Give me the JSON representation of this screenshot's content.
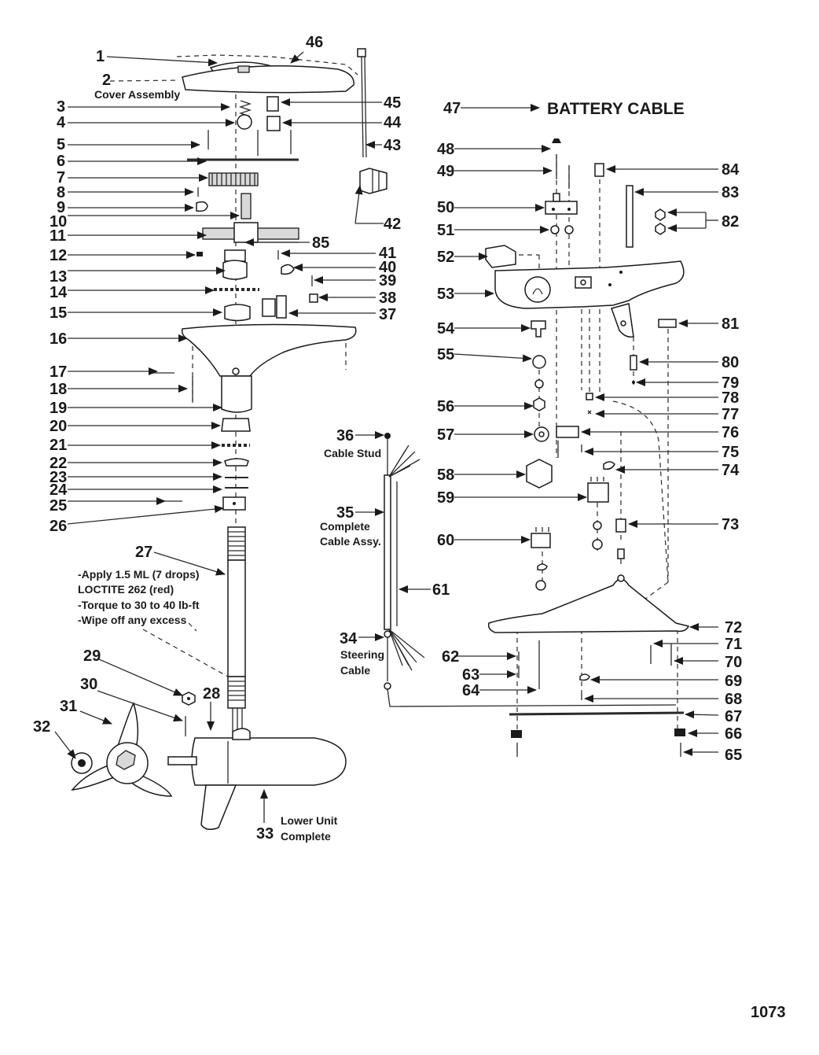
{
  "callouts": {
    "n1": "1",
    "n2": "2",
    "n3": "3",
    "n4": "4",
    "n5": "5",
    "n6": "6",
    "n7": "7",
    "n8": "8",
    "n9": "9",
    "n10": "10",
    "n11": "11",
    "n12": "12",
    "n13": "13",
    "n14": "14",
    "n15": "15",
    "n16": "16",
    "n17": "17",
    "n18": "18",
    "n19": "19",
    "n20": "20",
    "n21": "21",
    "n22": "22",
    "n23": "23",
    "n24": "24",
    "n25": "25",
    "n26": "26",
    "n27": "27",
    "n28": "28",
    "n29": "29",
    "n30": "30",
    "n31": "31",
    "n32": "32",
    "n33": "33",
    "n34": "34",
    "n35": "35",
    "n36": "36",
    "n37": "37",
    "n38": "38",
    "n39": "39",
    "n40": "40",
    "n41": "41",
    "n42": "42",
    "n43": "43",
    "n44": "44",
    "n45": "45",
    "n46": "46",
    "n47": "47",
    "n48": "48",
    "n49": "49",
    "n50": "50",
    "n51": "51",
    "n52": "52",
    "n53": "53",
    "n54": "54",
    "n55": "55",
    "n56": "56",
    "n57": "57",
    "n58": "58",
    "n59": "59",
    "n60": "60",
    "n61": "61",
    "n62": "62",
    "n63": "63",
    "n64": "64",
    "n65": "65",
    "n66": "66",
    "n67": "67",
    "n68": "68",
    "n69": "69",
    "n70": "70",
    "n71": "71",
    "n72": "72",
    "n73": "73",
    "n74": "74",
    "n75": "75",
    "n76": "76",
    "n77": "77",
    "n78": "78",
    "n79": "79",
    "n80": "80",
    "n81": "81",
    "n82": "82",
    "n83": "83",
    "n84": "84",
    "n85": "85"
  },
  "captions": {
    "cover_assembly": "Cover Assembly",
    "battery_cable": "BATTERY CABLE",
    "cable_stud": "Cable Stud",
    "complete_cable_line1": "Complete",
    "complete_cable_line2": "Cable Assy.",
    "steering_cable_line1": "Steering",
    "steering_cable_line2": "Cable",
    "lower_unit_line1": "Lower Unit",
    "lower_unit_line2": "Complete",
    "note_line1": "-Apply 1.5 ML (7 drops)",
    "note_line2": "LOCTITE 262 (red)",
    "note_line3": "-Torque to 30 to 40 lb-ft",
    "note_line4": "-Wipe off any excess"
  },
  "page_number": "1073"
}
